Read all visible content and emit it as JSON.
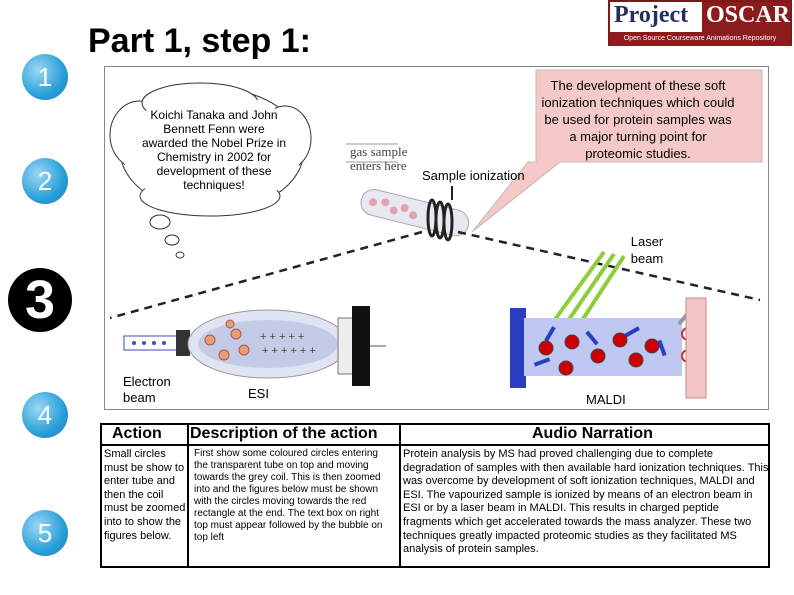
{
  "title": "Part 1, step 1:",
  "logo": {
    "project": "Project",
    "oscar": "OSCAR",
    "subtitle": "Open Source Courseware Animations Repository"
  },
  "steps": [
    "1",
    "2",
    "3",
    "4",
    "5"
  ],
  "cloud_text": "Koichi Tanaka and John Bennett Fenn were awarded the Nobel Prize in Chemistry in 2002 for development of these techniques!",
  "callout_text": "The development of these soft ionization techniques which could be used for protein samples was a major turning point for proteomic studies.",
  "gas_sample_text": "gas sample enters here",
  "labels": {
    "sample_ionization": "Sample ionization",
    "laser_beam": "Laser beam",
    "electron_beam": "Electron beam",
    "esi": "ESI",
    "maldi": "MALDI"
  },
  "table": {
    "headers": {
      "action": "Action",
      "description": "Description of the action",
      "narration": "Audio Narration"
    },
    "action": "Small circles must be show to enter tube and then the coil must be zoomed into to show the figures below.",
    "description": "First show some coloured circles entering the transparent tube on top and moving towards the grey coil. This is then zoomed into and the figures below must be shown with the circles moving towards the red rectangle at the end. The text box on right top must appear followed by the bubble on top left",
    "narration": "Protein analysis by MS had proved challenging due to complete degradation of samples with then available hard ionization techniques. This was overcome by development of soft ionization techniques, MALDI and ESI. The vapourized sample is ionized by means of an electron beam in ESI or by a laser beam in MALDI. This results in charged peptide fragments which get accelerated towards the mass analyzer. These two techniques greatly impacted proteomic studies as they facilitated MS analysis of protein samples."
  },
  "colors": {
    "step_blue": "#2a9fd8",
    "logo_red": "#8c1c1c",
    "logo_navy": "#23305f",
    "callout_fill": "#f6c9c9",
    "maldi_blue": "#2a3fc0",
    "laser_green": "#8ccf3a"
  }
}
